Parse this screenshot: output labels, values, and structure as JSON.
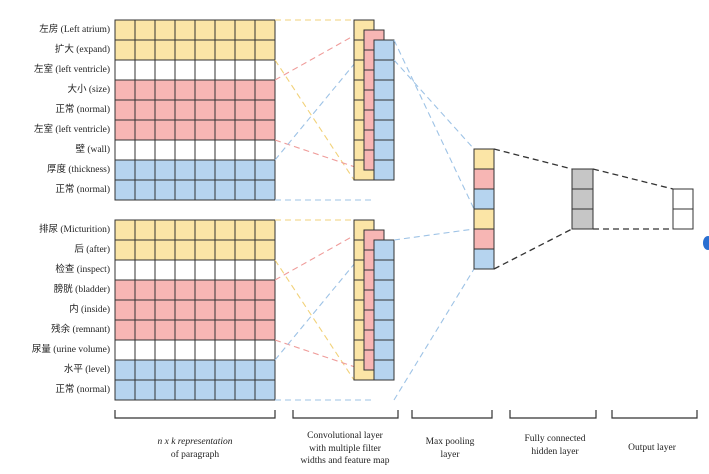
{
  "colors": {
    "yellow": "#fbe5a6",
    "red": "#f7b6b4",
    "blue": "#b6d4ef",
    "white": "#ffffff",
    "gray": "#c6c6c6",
    "grid": "#333333",
    "dash_yellow": "#f2d27a",
    "dash_red": "#ef9c9a",
    "dash_blue": "#9ec3e6",
    "dash_black": "#333333"
  },
  "inputs": [
    {
      "rows": [
        {
          "text": "左房 (Left atrium)",
          "color": "yellow"
        },
        {
          "text": "扩大 (expand)",
          "color": "yellow"
        },
        {
          "text": "左室 (left ventricle)",
          "color": "white"
        },
        {
          "text": "大小 (size)",
          "color": "red"
        },
        {
          "text": "正常 (normal)",
          "color": "red"
        },
        {
          "text": "左室 (left ventricle)",
          "color": "red"
        },
        {
          "text": "壁 (wall)",
          "color": "white"
        },
        {
          "text": "厚度 (thickness)",
          "color": "blue"
        },
        {
          "text": "正常 (normal)",
          "color": "blue"
        }
      ]
    },
    {
      "rows": [
        {
          "text": "排尿 (Micturition)",
          "color": "yellow"
        },
        {
          "text": "后 (after)",
          "color": "yellow"
        },
        {
          "text": "检查 (inspect)",
          "color": "white"
        },
        {
          "text": "膀胱 (bladder)",
          "color": "red"
        },
        {
          "text": "内 (inside)",
          "color": "red"
        },
        {
          "text": "残余 (remnant)",
          "color": "red"
        },
        {
          "text": "尿量 (urine volume)",
          "color": "white"
        },
        {
          "text": "水平 (level)",
          "color": "blue"
        },
        {
          "text": "正常 (normal)",
          "color": "blue"
        }
      ]
    }
  ],
  "pooling_cells": [
    "yellow",
    "red",
    "blue",
    "yellow",
    "red",
    "blue"
  ],
  "hidden_cells": 3,
  "output_cells": 2,
  "captions": {
    "representation": [
      "n x k representation",
      "of paragraph"
    ],
    "conv": [
      "Convolutional layer",
      "with multiple filter",
      "widths and feature map"
    ],
    "pool": [
      "Max pooling",
      "layer"
    ],
    "fc": [
      "Fully connected",
      "hidden layer"
    ],
    "output": [
      "Output layer"
    ]
  }
}
